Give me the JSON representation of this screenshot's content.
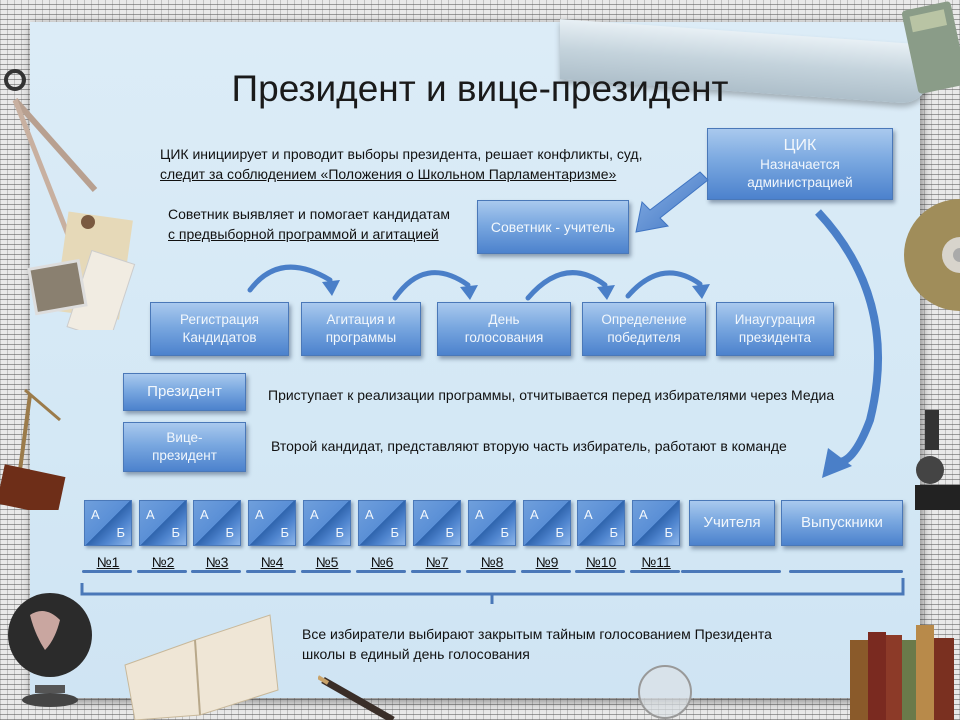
{
  "title": "Президент и вице-президент",
  "cik_description": {
    "line1": "ЦИК инициирует и проводит выборы президента, решает конфликты, суд,",
    "line2": "следит за соблюдением «Положения о Школьном Парламентаризме»"
  },
  "advisor_description": {
    "line1": "Советник выявляет и помогает кандидатам",
    "line2": "с  предвыборной программой и агитацией"
  },
  "cik_box": {
    "title": "ЦИК",
    "line1": "Назначается",
    "line2": "администрацией"
  },
  "advisor_box": {
    "label": "Советник - учитель"
  },
  "process_steps": [
    {
      "line1": "Регистрация",
      "line2": "Кандидатов"
    },
    {
      "line1": "Агитация и",
      "line2": "программы"
    },
    {
      "line1": "День",
      "line2": "голосования"
    },
    {
      "line1": "Определение",
      "line2": "победителя"
    },
    {
      "line1": "Инаугурация",
      "line2": "президента"
    }
  ],
  "roles": [
    {
      "line1": "Президент",
      "line2": "",
      "description": "Приступает к реализации программы, отчитывается перед избирателями через Медиа"
    },
    {
      "line1": "Вице-",
      "line2": "президент",
      "description": "Второй кандидат, представляют вторую часть избиратель, работают в команде"
    }
  ],
  "classes": [
    {
      "a": "А",
      "b": "Б",
      "label": "№1"
    },
    {
      "a": "А",
      "b": "Б",
      "label": "№2"
    },
    {
      "a": "А",
      "b": "Б",
      "label": "№3"
    },
    {
      "a": "А",
      "b": "Б",
      "label": "№4"
    },
    {
      "a": "А",
      "b": "Б",
      "label": "№5"
    },
    {
      "a": "А",
      "b": "Б",
      "label": "№6"
    },
    {
      "a": "А",
      "b": "Б",
      "label": "№7"
    },
    {
      "a": "А",
      "b": "Б",
      "label": "№8"
    },
    {
      "a": "А",
      "b": "Б",
      "label": "№9"
    },
    {
      "a": "А",
      "b": "Б",
      "label": "№10"
    },
    {
      "a": "А",
      "b": "Б",
      "label": "№11"
    }
  ],
  "other_voters": [
    "Учителя",
    "Выпускники"
  ],
  "footer": {
    "line1": "Все избиратели выбирают закрытым тайным голосованием Президента",
    "line2": "школы в единый день голосования"
  },
  "colors": {
    "box_blue": "#5a8fd6",
    "arrow_blue": "#4a7fc8",
    "paper": "#d6e9f6"
  }
}
